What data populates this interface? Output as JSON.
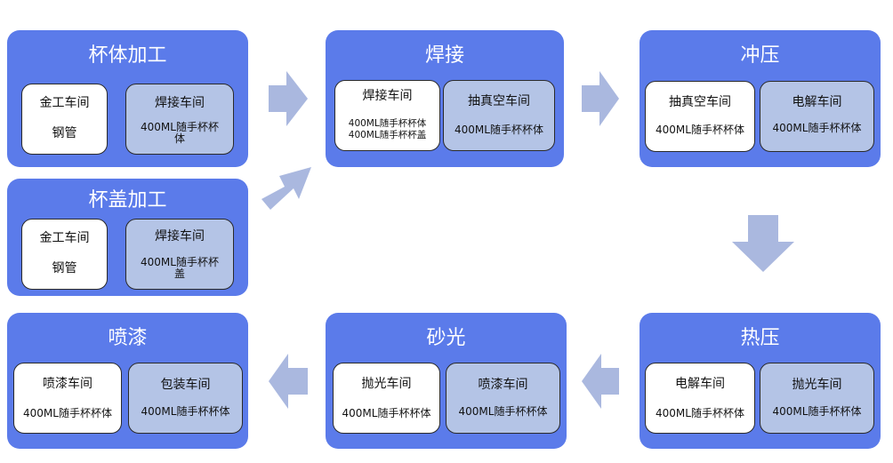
{
  "stages": {
    "cup_body": {
      "title": "杯体加工",
      "left_card": {
        "name": "金工车间",
        "item": "钢管"
      },
      "right_card": {
        "name": "焊接车间",
        "item": "400ML随手杯杯\n体"
      }
    },
    "cup_lid": {
      "title": "杯盖加工",
      "left_card": {
        "name": "金工车间",
        "item": "钢管"
      },
      "right_card": {
        "name": "焊接车间",
        "item": "400ML随手杯杯\n盖"
      }
    },
    "welding": {
      "title": "焊接",
      "left_card": {
        "name": "焊接车间",
        "item": "400ML随手杯杯体\n400ML随手杯杯盖"
      },
      "right_card": {
        "name": "抽真空车间",
        "item": "400ML随手杯杯体"
      }
    },
    "stamping": {
      "title": "冲压",
      "left_card": {
        "name": "抽真空车间",
        "item": "400ML随手杯杯体"
      },
      "right_card": {
        "name": "电解车间",
        "item": "400ML随手杯杯体"
      }
    },
    "hot_press": {
      "title": "热压",
      "left_card": {
        "name": "电解车间",
        "item": "400ML随手杯杯体"
      },
      "right_card": {
        "name": "抛光车间",
        "item": "400ML随手杯杯体"
      }
    },
    "sanding": {
      "title": "砂光",
      "left_card": {
        "name": "抛光车间",
        "item": "400ML随手杯杯体"
      },
      "right_card": {
        "name": "喷漆车间",
        "item": "400ML随手杯杯体"
      }
    },
    "painting": {
      "title": "喷漆",
      "left_card": {
        "name": "喷漆车间",
        "item": "400ML随手杯杯体"
      },
      "right_card": {
        "name": "包装车间",
        "item": "400ML随手杯杯体"
      }
    }
  },
  "colors": {
    "stage_fill": "#5b7bea",
    "card_light": "#b4c4e6",
    "card_white": "#ffffff",
    "arrow": "#aab8df"
  },
  "icons": [
    "arrow-right-icon",
    "arrow-diagonal-icon",
    "arrow-down-icon",
    "arrow-left-icon"
  ]
}
